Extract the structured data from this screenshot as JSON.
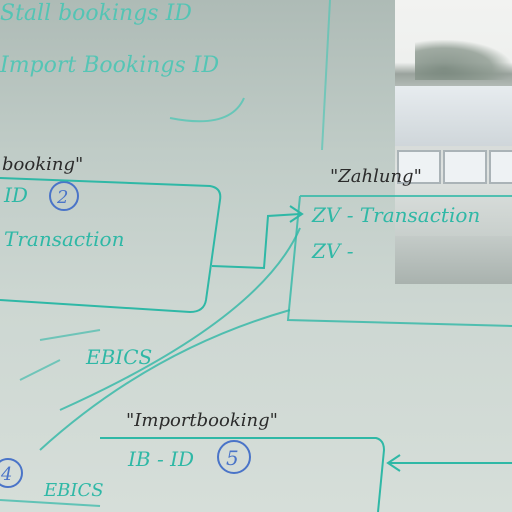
{
  "colors": {
    "marker_teal": "#2fb8a6",
    "marker_blue": "#4a74c8",
    "marker_black": "#2b2b2b"
  },
  "board": {
    "top_lines": [
      "Stall bookings ID",
      "Import Bookings ID"
    ],
    "entity_left_label": "booking\"",
    "entity_left_fields": [
      "ID",
      "Transaction"
    ],
    "entity_left_badge": "2",
    "entity_right_label": "\"Zahlung\"",
    "entity_right_fields": [
      "ZV - Transaction",
      "ZV -"
    ],
    "middle_label": "EBICS",
    "entity_bottom_label": "\"Importbooking\"",
    "entity_bottom_fields": [
      "IB - ID"
    ],
    "entity_bottom_badge": "5",
    "bottom_left_badge": "4",
    "bottom_left_label": "EBICS"
  }
}
